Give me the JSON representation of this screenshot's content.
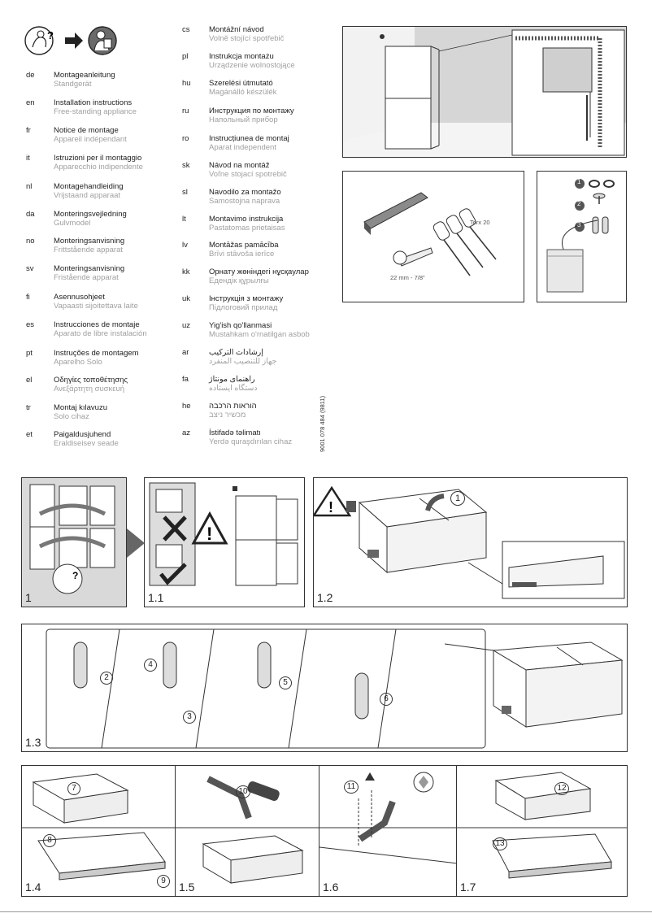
{
  "languages_left": [
    {
      "code": "de",
      "title": "Montageanleitung",
      "subtitle": "Standgerät"
    },
    {
      "code": "en",
      "title": "Installation instructions",
      "subtitle": "Free-standing appliance"
    },
    {
      "code": "fr",
      "title": "Notice de montage",
      "subtitle": "Appareil indépendant"
    },
    {
      "code": "it",
      "title": "Istruzioni per il montaggio",
      "subtitle": "Apparecchio indipendente"
    },
    {
      "code": "nl",
      "title": "Montagehandleiding",
      "subtitle": "Vrijstaand apparaat"
    },
    {
      "code": "da",
      "title": "Monteringsvejledning",
      "subtitle": "Gulvmodel"
    },
    {
      "code": "no",
      "title": "Monteringsanvisning",
      "subtitle": "Frittstående apparat"
    },
    {
      "code": "sv",
      "title": "Monteringsanvisning",
      "subtitle": "Fristående apparat"
    },
    {
      "code": "fi",
      "title": "Asennusohjeet",
      "subtitle": "Vapaasti sijoitettava laite"
    },
    {
      "code": "es",
      "title": "Instrucciones de montaje",
      "subtitle": "Aparato de libre instalación"
    },
    {
      "code": "pt",
      "title": "Instruções de montagem",
      "subtitle": "Aparelho Solo"
    },
    {
      "code": "el",
      "title": "Οδηγίες τοποθέτησης",
      "subtitle": "Ανεξάρτητη συσκευή"
    },
    {
      "code": "tr",
      "title": "Montaj kılavuzu",
      "subtitle": "Solo cihaz"
    },
    {
      "code": "et",
      "title": "Paigaldusjuhend",
      "subtitle": "Eraldiseisev seade"
    }
  ],
  "languages_right": [
    {
      "code": "cs",
      "title": "Montážní návod",
      "subtitle": "Volně stojící spotřebič"
    },
    {
      "code": "pl",
      "title": "Instrukcja montażu",
      "subtitle": "Urządzenie wolnostojące"
    },
    {
      "code": "hu",
      "title": "Szerelési útmutató",
      "subtitle": "Magánálló készülék"
    },
    {
      "code": "ru",
      "title": "Инструкция по монтажу",
      "subtitle": "Напольный прибор"
    },
    {
      "code": "ro",
      "title": "Instrucțiunea de montaj",
      "subtitle": "Aparat independent"
    },
    {
      "code": "sk",
      "title": "Návod na montáž",
      "subtitle": "Voľne stojací spotrebič"
    },
    {
      "code": "sl",
      "title": "Navodilo za montažo",
      "subtitle": "Samostojna naprava"
    },
    {
      "code": "lt",
      "title": "Montavimo instrukcija",
      "subtitle": "Pastatomas prietaisas"
    },
    {
      "code": "lv",
      "title": "Montāžas pamācība",
      "subtitle": "Brīvi stāvoša ierīce"
    },
    {
      "code": "kk",
      "title": "Орнату жөніндегі нұсқаулар",
      "subtitle": "Едендік құрылғы"
    },
    {
      "code": "uk",
      "title": "Інструкція з монтажу",
      "subtitle": "Підлоговий прилад"
    },
    {
      "code": "uz",
      "title": "Yig'ish qo'llanmasi",
      "subtitle": "Mustahkam o'rnatilgan asbob"
    },
    {
      "code": "ar",
      "title": "إرشادات التركيب",
      "subtitle": "جهاز للتنصيب المنفرد"
    },
    {
      "code": "fa",
      "title": "راهنمای مونتاژ",
      "subtitle": "دستگاه ایستاده"
    },
    {
      "code": "he",
      "title": "הוראות הרכבה",
      "subtitle": "מכשיר ניצב"
    },
    {
      "code": "az",
      "title": "İstifadə təlimatı",
      "subtitle": "Yerdə quraşdırılan cihaz"
    }
  ],
  "document_number": "9001 078 484 (9811)",
  "tools": {
    "torx": "Torx 20",
    "wrench": "22 mm - 7/8\""
  },
  "parts": [
    "1",
    "2",
    "3"
  ],
  "steps": {
    "s1": "1",
    "s11": "1.1",
    "s12": "1.2",
    "s13": "1.3",
    "s14": "1.4",
    "s15": "1.5",
    "s16": "1.6",
    "s17": "1.7"
  },
  "callouts": [
    "1",
    "2",
    "3",
    "4",
    "5",
    "6",
    "7",
    "8",
    "9",
    "10",
    "11",
    "12",
    "13"
  ]
}
